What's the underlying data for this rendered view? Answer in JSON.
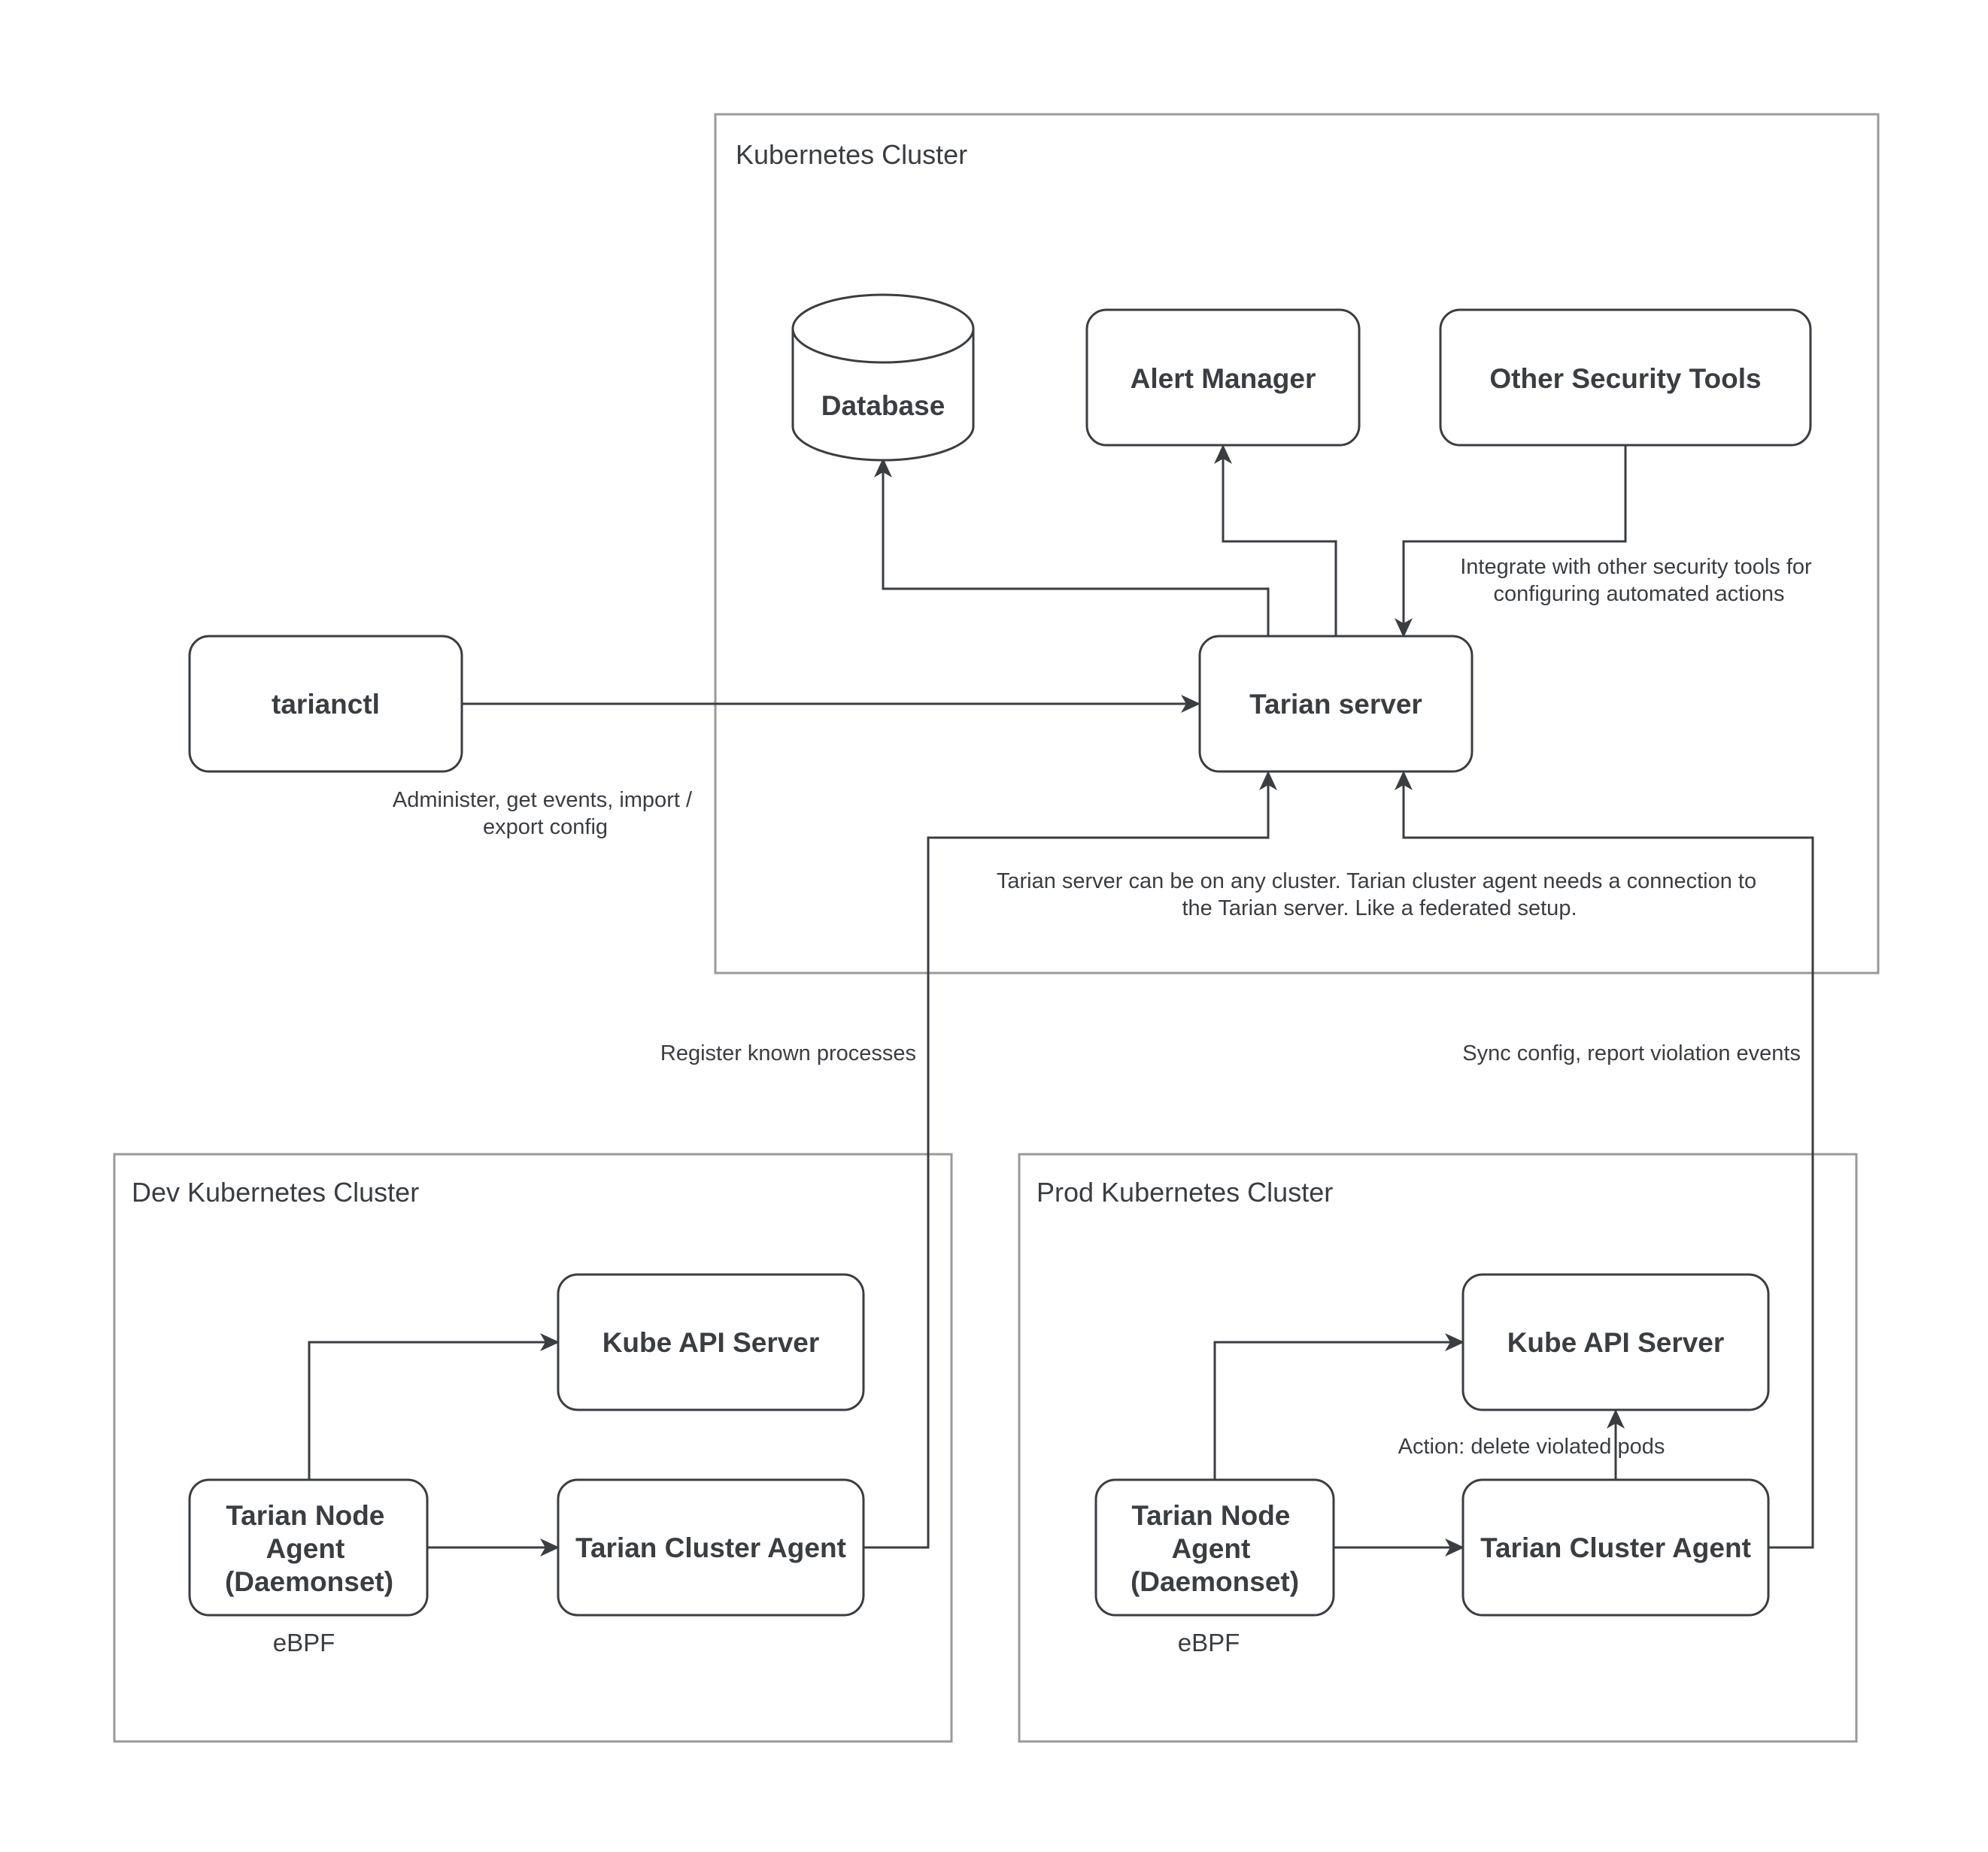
{
  "clusters": {
    "main": {
      "title": "Kubernetes Cluster"
    },
    "dev": {
      "title": "Dev Kubernetes Cluster"
    },
    "prod": {
      "title": "Prod Kubernetes Cluster"
    }
  },
  "nodes": {
    "database": {
      "label": "Database",
      "shape": "cylinder"
    },
    "alert_manager": {
      "label": "Alert Manager"
    },
    "other_security_tools": {
      "label": "Other Security Tools"
    },
    "tarian_server": {
      "label": "Tarian server"
    },
    "tarianctl": {
      "label": "tarianctl"
    },
    "dev_kube_api_server": {
      "label": "Kube API Server"
    },
    "dev_node_agent": {
      "label_lines": [
        "Tarian Node",
        "Agent",
        "(Daemonset)"
      ]
    },
    "dev_cluster_agent": {
      "label": "Tarian Cluster Agent"
    },
    "prod_kube_api_server": {
      "label": "Kube API Server"
    },
    "prod_node_agent": {
      "label_lines": [
        "Tarian Node",
        "Agent",
        "(Daemonset)"
      ]
    },
    "prod_cluster_agent": {
      "label": "Tarian Cluster Agent"
    }
  },
  "edges": {
    "tarianctl_to_server": {
      "from": "tarianctl",
      "to": "tarian_server",
      "label_lines": [
        "Administer, get events, import /",
        "export config"
      ]
    },
    "server_to_database": {
      "from": "tarian_server",
      "to": "database"
    },
    "server_to_alert_manager": {
      "from": "tarian_server",
      "to": "alert_manager"
    },
    "tools_to_server": {
      "from": "other_security_tools",
      "to": "tarian_server",
      "label_lines": [
        "Integrate with other security tools for",
        "configuring automated actions"
      ]
    },
    "dev_agent_to_server": {
      "from": "dev_cluster_agent",
      "to": "tarian_server",
      "label": "Register known processes"
    },
    "prod_agent_to_server": {
      "from": "prod_cluster_agent",
      "to": "tarian_server",
      "label": "Sync config, report violation events"
    },
    "dev_node_to_api": {
      "from": "dev_node_agent",
      "to": "dev_kube_api_server"
    },
    "dev_node_to_cluster_agent": {
      "from": "dev_node_agent",
      "to": "dev_cluster_agent"
    },
    "prod_node_to_api": {
      "from": "prod_node_agent",
      "to": "prod_kube_api_server"
    },
    "prod_node_to_cluster_agent": {
      "from": "prod_node_agent",
      "to": "prod_cluster_agent"
    },
    "prod_cluster_agent_to_api": {
      "from": "prod_cluster_agent",
      "to": "prod_kube_api_server",
      "label": "Action: delete violated pods"
    }
  },
  "notes": {
    "federation_note": {
      "lines": [
        "Tarian server can be on any cluster. Tarian cluster agent needs a connection to",
        "the Tarian server. Like a federated setup."
      ]
    },
    "dev_ebpf": {
      "label": "eBPF"
    },
    "prod_ebpf": {
      "label": "eBPF"
    }
  },
  "colors": {
    "stroke": "#3a3d42",
    "frame": "#9a9a9a",
    "background": "#ffffff"
  }
}
